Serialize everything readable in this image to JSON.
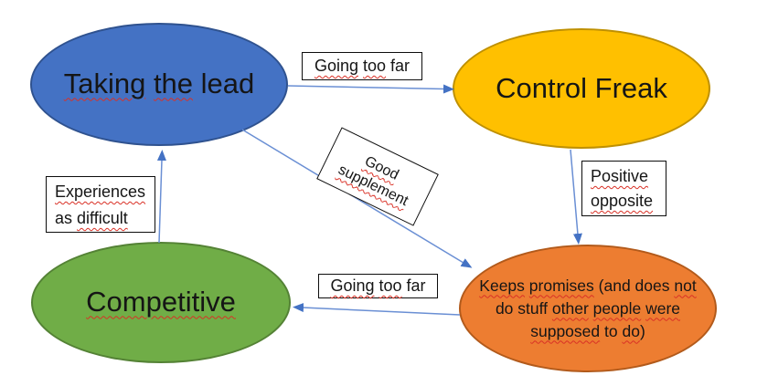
{
  "colors": {
    "connector": "#6A8FD4",
    "arrowhead": "#4472C4",
    "squiggle": "#D93025",
    "label_box_border": "#0D0D0D"
  },
  "nodes": {
    "taking_the_lead": {
      "fill": "#4472C4",
      "border": "#2F528F",
      "segments": [
        {
          "t": "Taking",
          "sq": true
        },
        {
          "t": " "
        },
        {
          "t": "the",
          "sq": true
        },
        {
          "t": " lead"
        }
      ]
    },
    "control_freak": {
      "fill": "#FFC000",
      "border": "#BF9000",
      "segments": [
        {
          "t": "Control Freak"
        }
      ]
    },
    "competitive": {
      "fill": "#70AD47",
      "border": "#548235",
      "segments": [
        {
          "t": "Competitive",
          "sq": true
        }
      ]
    },
    "keeps_promises": {
      "fill": "#ED7D31",
      "border": "#B25A1B",
      "segments": [
        {
          "t": "Keeps",
          "sq": true
        },
        {
          "t": " "
        },
        {
          "t": "promises",
          "sq": true
        },
        {
          "t": " (and does "
        },
        {
          "t": "not",
          "sq": true
        },
        {
          "br": true
        },
        {
          "t": "do stuff "
        },
        {
          "t": "other",
          "sq": true
        },
        {
          "t": " "
        },
        {
          "t": "people",
          "sq": true
        },
        {
          "t": " "
        },
        {
          "t": "were",
          "sq": true
        },
        {
          "br": true
        },
        {
          "t": "supposed",
          "sq": true
        },
        {
          "t": " to "
        },
        {
          "t": "do",
          "sq": true
        },
        {
          "t": ")"
        }
      ]
    }
  },
  "edge_labels": {
    "going_too_far_top": {
      "segments": [
        {
          "t": "Going",
          "sq": true
        },
        {
          "t": " "
        },
        {
          "t": "too",
          "sq": true
        },
        {
          "t": " far"
        }
      ]
    },
    "good_supplement": {
      "segments": [
        {
          "t": "Good",
          "sq": true
        },
        {
          "br": true
        },
        {
          "t": "supplement",
          "sq": true
        }
      ]
    },
    "positive_opposite": {
      "segments": [
        {
          "t": "Positive",
          "sq": true
        },
        {
          "br": true
        },
        {
          "t": "opposite",
          "sq": true
        }
      ]
    },
    "experiences_as_difficult": {
      "segments": [
        {
          "t": "Experiences",
          "sq": true
        },
        {
          "br": true
        },
        {
          "t": "as "
        },
        {
          "t": "difficult",
          "sq": true
        }
      ]
    },
    "going_too_far_bottom": {
      "segments": [
        {
          "t": "Going",
          "sq": true
        },
        {
          "t": " "
        },
        {
          "t": "too",
          "sq": true
        },
        {
          "t": " far"
        }
      ]
    }
  }
}
